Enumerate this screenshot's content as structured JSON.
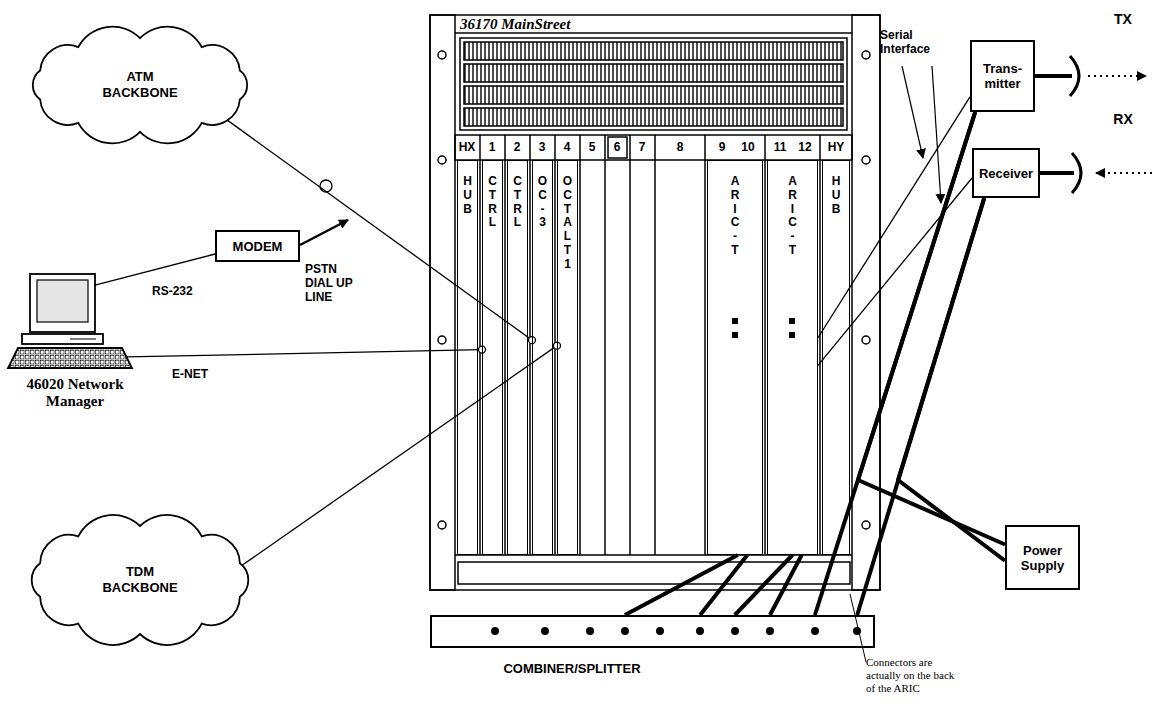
{
  "diagram": {
    "nodes": [
      {
        "text": [
          "ATM BACKBONE"
        ]
      },
      {
        "text": [
          "36170 MainStreet"
        ]
      },
      {
        "text": [
          "HUB"
        ],
        "in": 1
      },
      {
        "text": [
          "CTRL"
        ],
        "in": 1
      },
      {
        "text": [
          "CTRL"
        ],
        "in": 1
      },
      {
        "text": [
          "OC-3"
        ],
        "in": 1
      },
      {
        "text": [
          "OCTALT1"
        ],
        "in": 1
      },
      {
        "text": [
          "ARIC-T"
        ],
        "in": 1
      },
      {
        "text": [
          "ARIC-T"
        ],
        "in": 1
      },
      {
        "text": [
          "HUB"
        ],
        "in": 1
      },
      {
        "text": [
          "MODEM"
        ]
      },
      {
        "text": [
          "46020 Network Manager"
        ]
      },
      {
        "text": [
          "Trans- mitter"
        ]
      },
      {
        "text": [
          "Receiver"
        ]
      },
      {
        "text": [
          "TDM BACKBONE"
        ]
      },
      {
        "text": [
          "Power Supply"
        ]
      },
      {
        "text": [
          "COMBINER/SPLITTER"
        ]
      }
    ],
    "edges": [
      {
        "from": 0,
        "to": 5,
        "arrow": "none"
      },
      {
        "from": 11,
        "to": 10,
        "label": "RS-232",
        "arrow": "none"
      },
      {
        "from": 11,
        "to": 3,
        "label": "E-NET",
        "arrow": "none"
      },
      {
        "from": 14,
        "to": 6,
        "arrow": "none"
      },
      {
        "from": 7,
        "to": 16,
        "arrow": "none"
      },
      {
        "from": 7,
        "to": 16,
        "arrow": "none"
      },
      {
        "from": 8,
        "to": 16,
        "arrow": "none"
      },
      {
        "from": 8,
        "to": 16,
        "arrow": "none"
      },
      {
        "from": 8,
        "to": 12,
        "arrow": "none"
      },
      {
        "from": 8,
        "to": 13,
        "arrow": "none"
      },
      {
        "from": 12,
        "to": 16,
        "arrow": "none"
      },
      {
        "from": 13,
        "to": 16,
        "arrow": "none"
      },
      {
        "from": 15,
        "to": 12,
        "arrow": "none"
      },
      {
        "from": 15,
        "to": 13,
        "arrow": "none"
      }
    ],
    "labels": [
      "HX",
      "1",
      "2",
      "3",
      "4",
      "5",
      "6",
      "7",
      "8",
      "9",
      "10",
      "11",
      "12",
      "HY",
      "PSTN DIAL UP LINE",
      "Serial Interface",
      "TX",
      "RX",
      "Connectors are actually on the back of the ARIC"
    ]
  }
}
